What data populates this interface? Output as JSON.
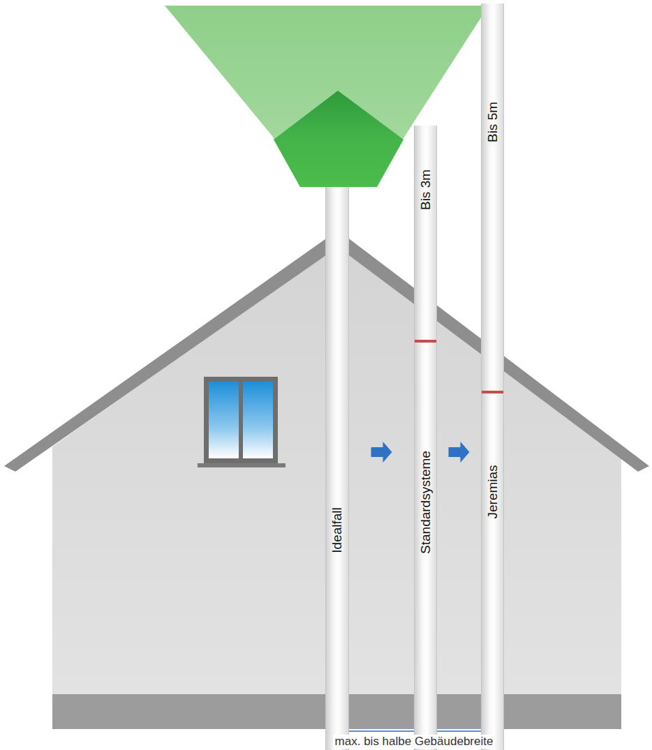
{
  "diagram": {
    "nodes": [
      {
        "text": [
          "Idealfall"
        ]
      },
      {
        "text": [
          "Bis 3m",
          "Standardsysteme"
        ]
      },
      {
        "text": [
          "Bis 5m",
          "Jeremias"
        ]
      }
    ],
    "edges": [
      {
        "from": 0,
        "to": 1,
        "arrow": "to"
      },
      {
        "from": 1,
        "to": 2,
        "arrow": "to"
      }
    ],
    "labels": [
      "max. bis halbe Gebäudebreite"
    ]
  }
}
